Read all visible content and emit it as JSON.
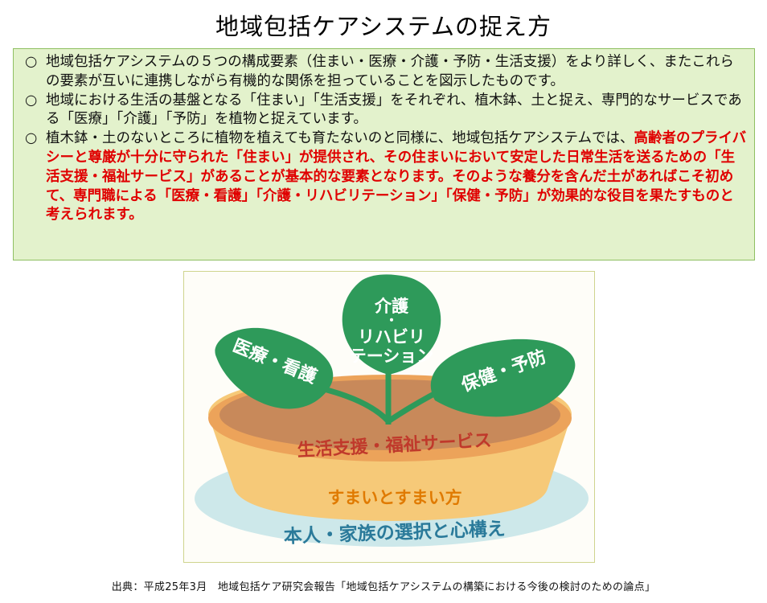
{
  "title": "地域包括ケアシステムの捉え方",
  "paragraphs": [
    {
      "mark": "○",
      "text": "地域包括ケアシステムの５つの構成要素（住まい・医療・介護・予防・生活支援）をより詳しく、またこれらの要素が互いに連携しながら有機的な関係を担っていることを図示したものです。"
    },
    {
      "mark": "○",
      "text": "地域における生活の基盤となる「住まい」「生活支援」をそれぞれ、植木鉢、土と捉え、専門的なサービスである「医療」「介護」「予防」を植物と捉えています。"
    },
    {
      "mark": "○",
      "text": "植木鉢・土のないところに植物を植えても育たないのと同様に、地域包括ケアシステムでは、",
      "emphasis": "高齢者のプライバシーと尊厳が十分に守られた「住まい」が提供され、その住まいにおいて安定した日常生活を送るための「生活支援・福祉サービス」があることが基本的な要素となります。そのような養分を含んだ土があればこそ初めて、専門職による「医療・看護」「介護・リハビリテーション」「保健・予防」が効果的な役目を果たすものと考えられます。"
    }
  ],
  "diagram": {
    "leaf_center_lines": [
      "介護",
      "・",
      "リハビリ",
      "テーション"
    ],
    "leaf_left": "医療・看護",
    "leaf_right": "保健・予防",
    "soil": "生活支援・福祉サービス",
    "pot": "すまいとすまい方",
    "saucer": "本人・家族の選択と心構え",
    "colors": {
      "leaf": "#2e9a5a",
      "leaf_light": "#5cc07c",
      "soil": "#c8895a",
      "pot": "#f6c978",
      "pot_rim": "#eca35a",
      "saucer": "#cde8ea",
      "soil_text": "#c0392b",
      "pot_text": "#e07a00",
      "saucer_text": "#2a7a9a"
    }
  },
  "source": "出典：平成25年3月　地域包括ケア研究会報告「地域包括ケアシステムの構築における今後の検討のための論点」"
}
